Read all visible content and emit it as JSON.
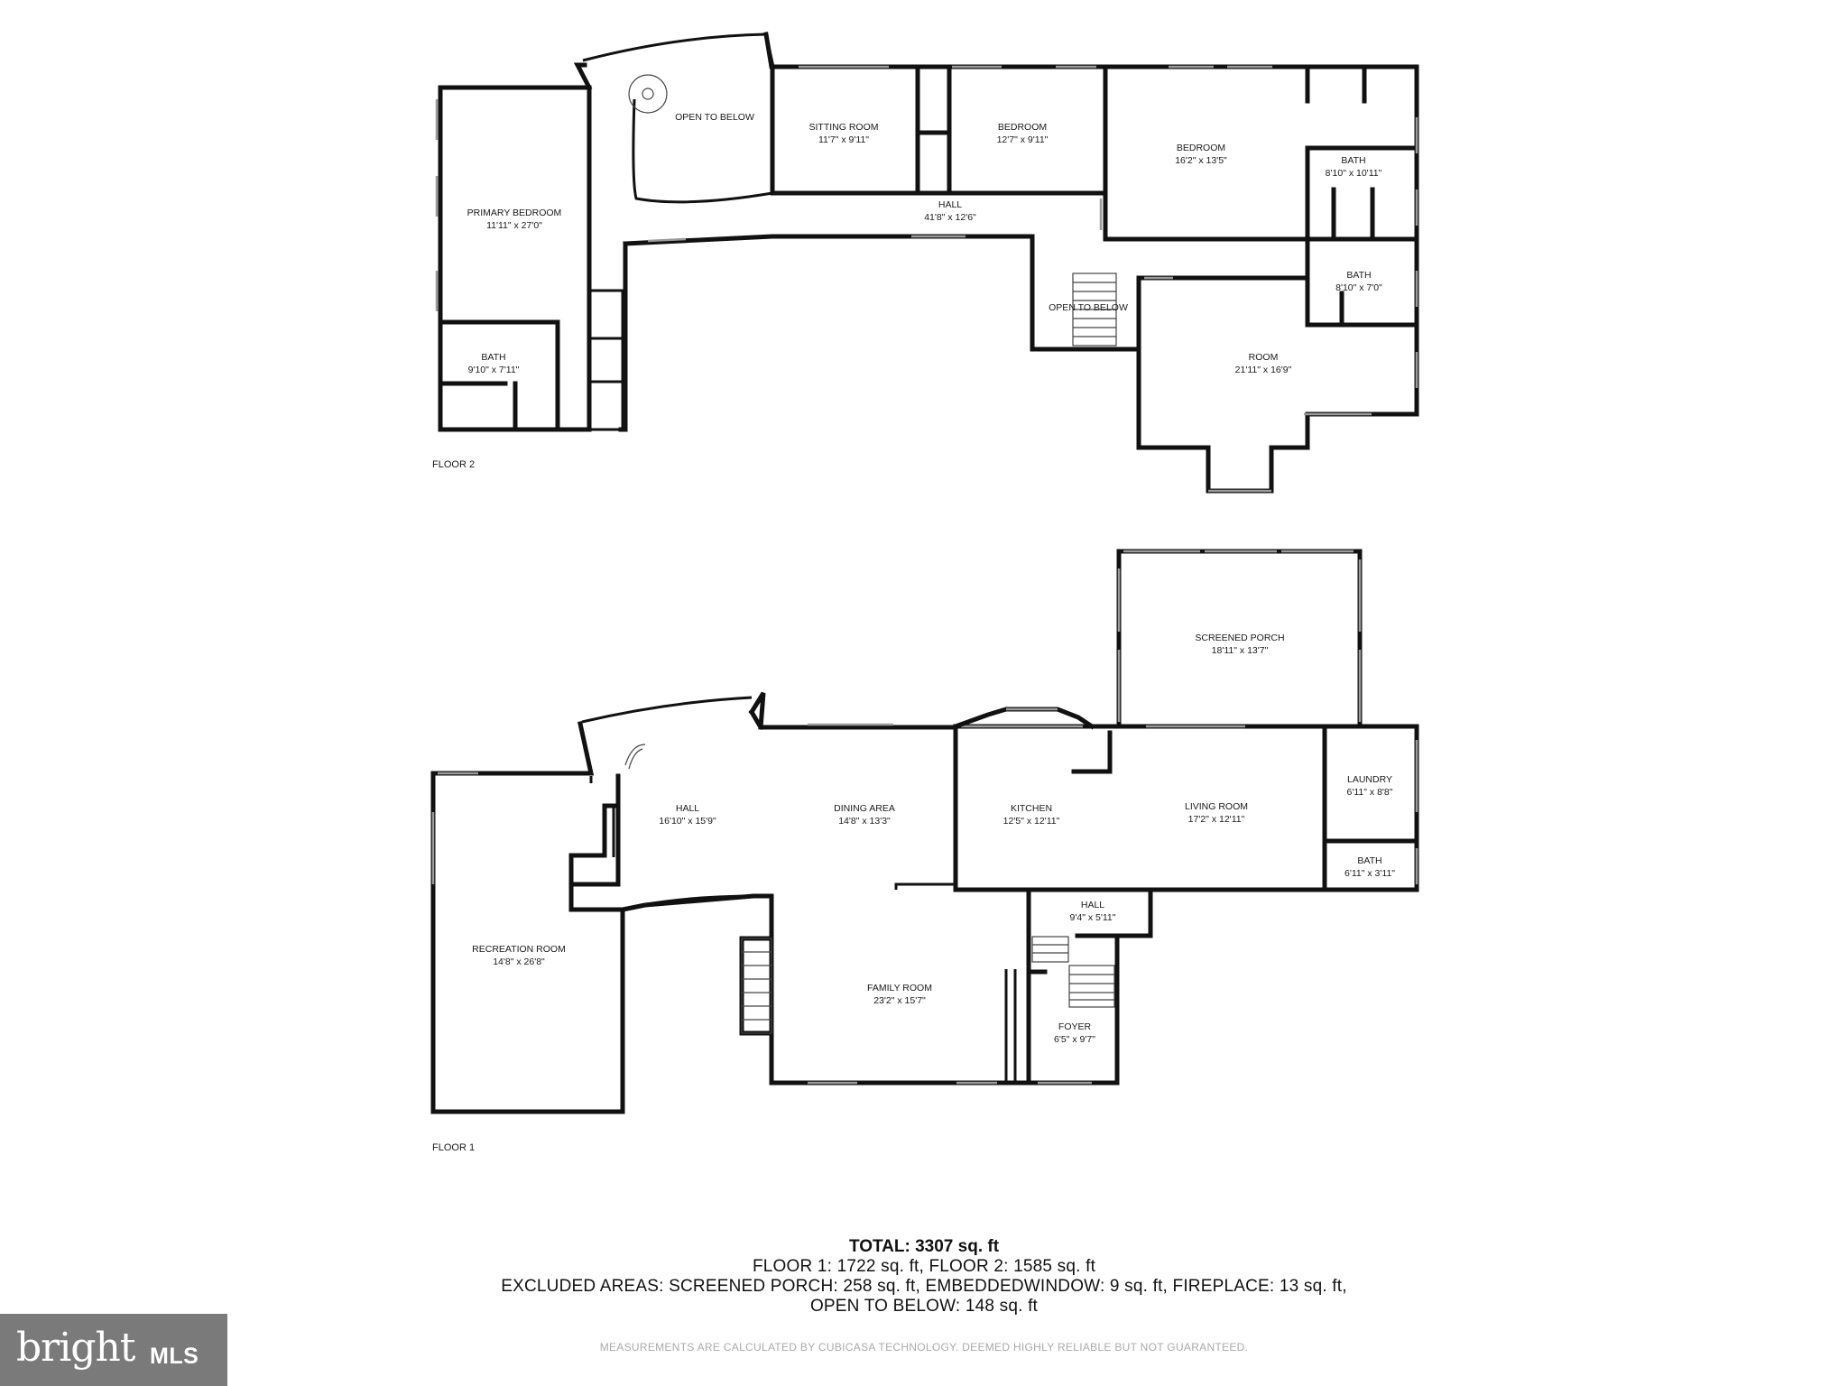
{
  "floors": [
    {
      "label": "FLOOR 2",
      "rooms": [
        {
          "id": "primary-bedroom",
          "name": "PRIMARY BEDROOM",
          "dims": "11'11\" x 27'0\""
        },
        {
          "id": "bath-2a",
          "name": "BATH",
          "dims": "9'10\" x 7'11\""
        },
        {
          "id": "open-to-below-1",
          "name": "OPEN TO BELOW"
        },
        {
          "id": "sitting-room",
          "name": "SITTING ROOM",
          "dims": "11'7\" x 9'11\""
        },
        {
          "id": "bedroom-1",
          "name": "BEDROOM",
          "dims": "12'7\" x 9'11\""
        },
        {
          "id": "bedroom-2",
          "name": "BEDROOM",
          "dims": "16'2\" x 13'5\""
        },
        {
          "id": "bath-2b",
          "name": "BATH",
          "dims": "8'10\" x 10'11\""
        },
        {
          "id": "hall-2",
          "name": "HALL",
          "dims": "41'8\" x 12'6\""
        },
        {
          "id": "bath-2c",
          "name": "BATH",
          "dims": "8'10\" x 7'0\""
        },
        {
          "id": "open-to-below-2",
          "name": "OPEN TO BELOW"
        },
        {
          "id": "room",
          "name": "ROOM",
          "dims": "21'11\" x 16'9\""
        }
      ]
    },
    {
      "label": "FLOOR 1",
      "rooms": [
        {
          "id": "screened-porch",
          "name": "SCREENED PORCH",
          "dims": "18'11\" x 13'7\""
        },
        {
          "id": "hall-1",
          "name": "HALL",
          "dims": "16'10\" x 15'9\""
        },
        {
          "id": "dining-area",
          "name": "DINING AREA",
          "dims": "14'8\" x 13'3\""
        },
        {
          "id": "kitchen",
          "name": "KITCHEN",
          "dims": "12'5\" x 12'11\""
        },
        {
          "id": "living-room",
          "name": "LIVING ROOM",
          "dims": "17'2\" x 12'11\""
        },
        {
          "id": "laundry",
          "name": "LAUNDRY",
          "dims": "6'11\" x 8'8\""
        },
        {
          "id": "bath-1",
          "name": "BATH",
          "dims": "6'11\" x 3'11\""
        },
        {
          "id": "hall-1b",
          "name": "HALL",
          "dims": "9'4\" x 5'11\""
        },
        {
          "id": "recreation-room",
          "name": "RECREATION ROOM",
          "dims": "14'8\" x 26'8\""
        },
        {
          "id": "family-room",
          "name": "FAMILY ROOM",
          "dims": "23'2\" x 15'7\""
        },
        {
          "id": "foyer",
          "name": "FOYER",
          "dims": "6'5\" x 9'7\""
        }
      ]
    }
  ],
  "totals": {
    "total": "TOTAL: 3307 sq. ft",
    "floors_line": "FLOOR 1: 1722 sq. ft, FLOOR 2: 1585 sq. ft",
    "excluded_line": "EXCLUDED AREAS: SCREENED PORCH: 258 sq. ft, EMBEDDEDWINDOW: 9 sq. ft, FIREPLACE: 13 sq. ft,",
    "open_line": "OPEN TO BELOW: 148 sq. ft"
  },
  "disclaimer": "MEASUREMENTS ARE CALCULATED BY CUBICASA TECHNOLOGY. DEEMED HIGHLY RELIABLE BUT NOT GUARANTEED.",
  "brand": {
    "name": "bright",
    "suffix": "MLS"
  }
}
